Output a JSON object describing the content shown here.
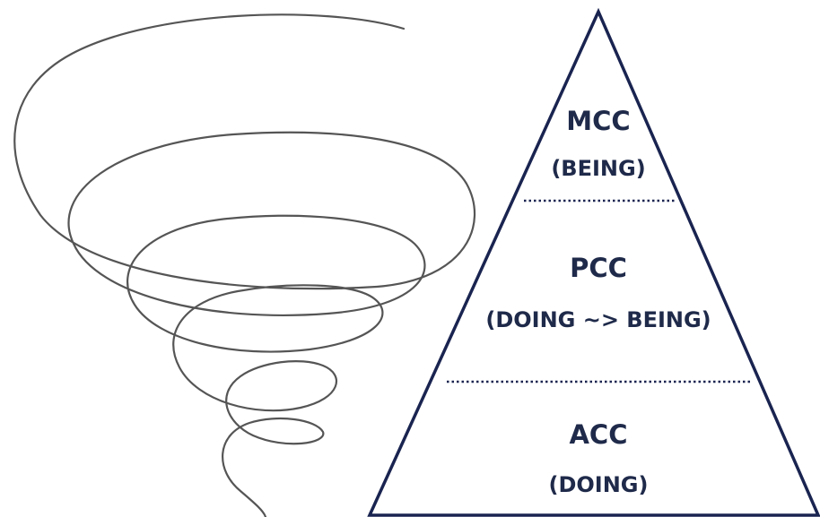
{
  "colors": {
    "outline": "#1a2450",
    "label": "#1f2a4a",
    "spiral": "#555555"
  },
  "spiral": {
    "icon": "spiral-vortex"
  },
  "pyramid": {
    "tiers": [
      {
        "title": "MCC",
        "subtitle": "(BEING)"
      },
      {
        "title": "PCC",
        "subtitle": "(DOING ~> BEING)"
      },
      {
        "title": "ACC",
        "subtitle": "(DOING)"
      }
    ]
  }
}
